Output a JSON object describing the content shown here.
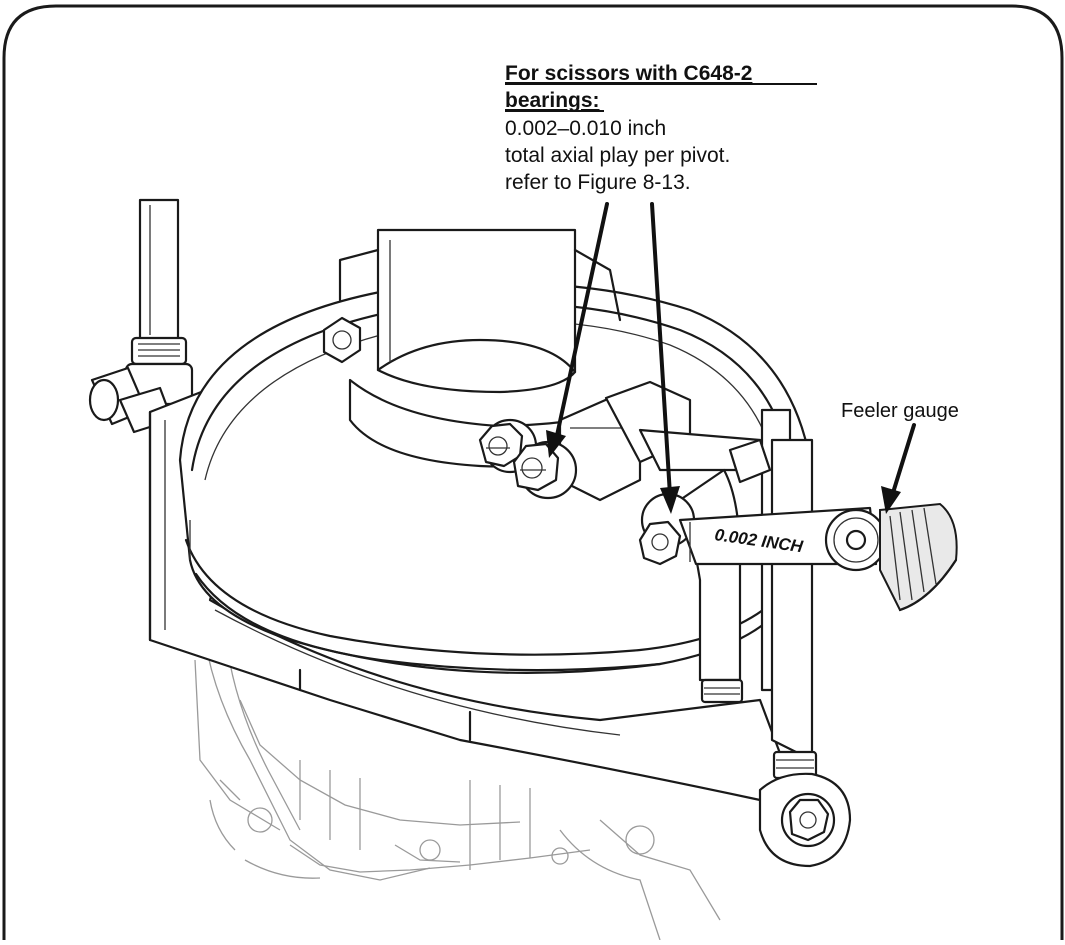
{
  "callout": {
    "title_line1": "For scissors with C648-2",
    "title_line2": "bearings:",
    "body_line1": "0.002–0.010 inch",
    "body_line2": "total axial play per pivot.",
    "body_line3": "refer to Figure 8-13."
  },
  "labels": {
    "feeler_gauge": "Feeler gauge",
    "gauge_marking": "0.002 INCH"
  },
  "colors": {
    "ink": "#111111",
    "paper": "#ffffff",
    "frame": "#1a1a1a"
  }
}
